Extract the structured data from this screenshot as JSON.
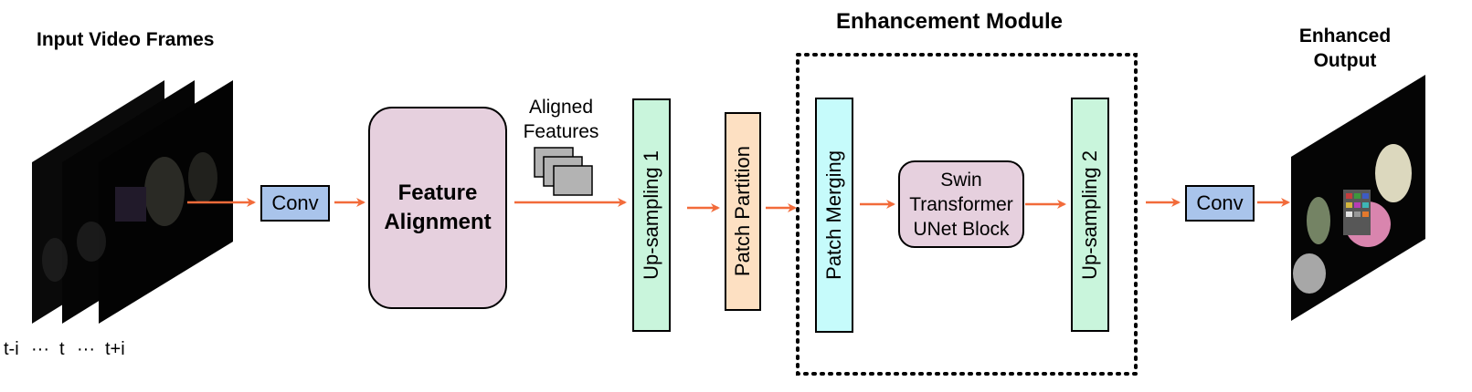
{
  "labels": {
    "input_title": "Input Video Frames",
    "enhancement_title": "Enhancement Module",
    "output_title_line1": "Enhanced",
    "output_title_line2": "Output",
    "frame_t_minus": "t-i",
    "frame_dots1": "···",
    "frame_t": "t",
    "frame_dots2": "···",
    "frame_t_plus": "t+i",
    "aligned_line1": "Aligned",
    "aligned_line2": "Features"
  },
  "blocks": {
    "conv_in": "Conv",
    "feature_alignment_line1": "Feature",
    "feature_alignment_line2": "Alignment",
    "upsampling1": "Up-sampling 1",
    "patch_partition": "Patch Partition",
    "patch_merging": "Patch Merging",
    "swin_line1": "Swin",
    "swin_line2": "Transformer",
    "swin_line3": "UNet Block",
    "upsampling2": "Up-sampling 2",
    "conv_out": "Conv"
  },
  "colors": {
    "arrow": "#f26b3a",
    "conv_fill": "#a9c4eb",
    "alignment_fill": "#e6d0de",
    "upsampling_fill": "#c9f5dc",
    "patch_partition_fill": "#fde0c2",
    "patch_merging_fill": "#c6fbfb",
    "swin_fill": "#e6d0de",
    "feature_tile_fill": "#b3b3b3"
  }
}
